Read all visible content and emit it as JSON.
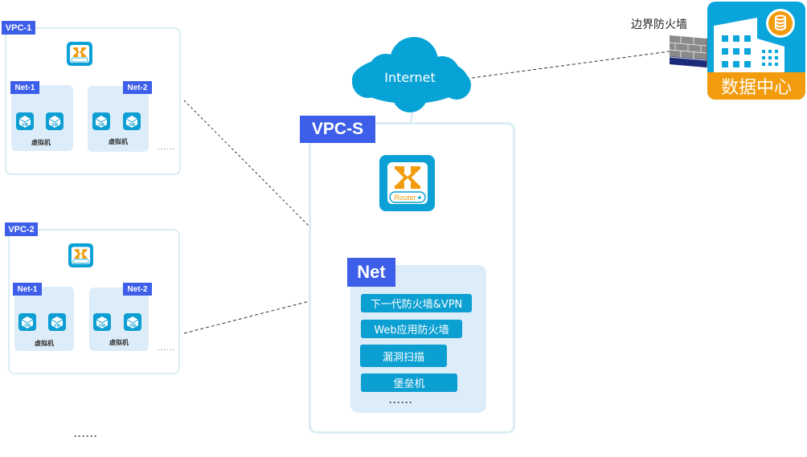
{
  "internet": {
    "label": "Internet"
  },
  "border_firewall": {
    "label": "边界防火墙"
  },
  "datacenter": {
    "label": "数据中心",
    "colors": {
      "body": "#0aa5da",
      "band": "#f29b0c"
    }
  },
  "vpc_s": {
    "label": "VPC-S",
    "router_label": "Router",
    "net": {
      "label": "Net",
      "services": [
        "下一代防火墙&VPN",
        "Web应用防火墙",
        "漏洞扫描",
        "堡垒机"
      ],
      "more": "······"
    }
  },
  "vpcs": [
    {
      "label": "VPC-1",
      "router_label": "Router",
      "nets": [
        {
          "label": "Net-1",
          "vms": [
            "VM",
            "VM"
          ],
          "caption": "虚拟机"
        },
        {
          "label": "Net-2",
          "vms": [
            "VM",
            "VM"
          ],
          "caption": "虚拟机"
        }
      ],
      "more": "······"
    },
    {
      "label": "VPC-2",
      "router_label": "Router",
      "nets": [
        {
          "label": "Net-1",
          "vms": [
            "VM",
            "VM"
          ],
          "caption": "虚拟机"
        },
        {
          "label": "Net-2",
          "vms": [
            "VM",
            "VM"
          ],
          "caption": "虚拟机"
        }
      ],
      "more": "······"
    }
  ],
  "more_vpcs": "······",
  "colors": {
    "tag": "#3d5ee8",
    "router": "#0ca1d6",
    "router_glyph": "#f29b0c",
    "net_bg": "#dcecf9",
    "service": "#0b9fd2"
  }
}
